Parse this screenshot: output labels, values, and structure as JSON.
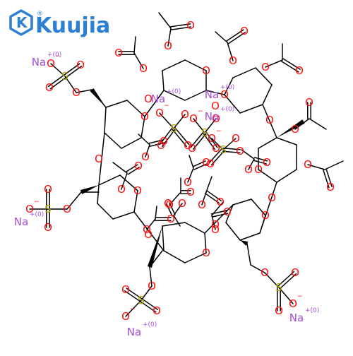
{
  "logo": {
    "name": "Kuujia",
    "icon": "k-hexagon-icon",
    "reg_mark": "®",
    "color": "#2d7fd2"
  },
  "colors": {
    "bond": "#000000",
    "oxygen": "#ff0d0d",
    "sulfur": "#b2a400",
    "sodium": "#a64dd9"
  },
  "atom_labels": {
    "oxygen": "O",
    "sulfur": "S",
    "sodium": "Na",
    "oxygen_anion": "O",
    "anion_charge": "−",
    "sodium_charge": "+(0)"
  }
}
